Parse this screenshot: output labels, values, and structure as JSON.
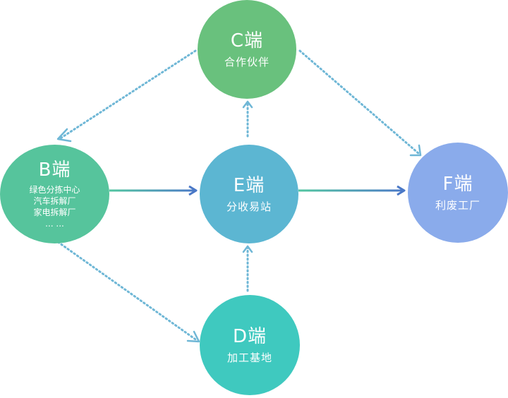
{
  "nodes": {
    "c": {
      "title": "C端",
      "subtitle": "合作伙伴",
      "color": "#69c17d"
    },
    "b": {
      "title": "B端",
      "lines": [
        "绿色分拣中心",
        "汽车拆解厂",
        "家电拆解厂",
        "... ..."
      ],
      "color": "#56c49c"
    },
    "e": {
      "title": "E端",
      "subtitle": "分收易站",
      "color": "#5cb6d2"
    },
    "f": {
      "title": "F端",
      "subtitle": "利废工厂",
      "color": "#8aabeb"
    },
    "d": {
      "title": "D端",
      "subtitle": "加工基地",
      "color": "#3fc9bf"
    }
  },
  "edges": [
    {
      "from": "C端",
      "to": "B端",
      "style": "dotted"
    },
    {
      "from": "C端",
      "to": "F端",
      "style": "dotted"
    },
    {
      "from": "E端",
      "to": "C端",
      "style": "dotted"
    },
    {
      "from": "D端",
      "to": "E端",
      "style": "dotted"
    },
    {
      "from": "B端",
      "to": "D端",
      "style": "dotted"
    },
    {
      "from": "B端",
      "to": "E端",
      "style": "solid-gradient"
    },
    {
      "from": "E端",
      "to": "F端",
      "style": "solid-gradient"
    }
  ],
  "colors": {
    "dotted_arrow": "#6fb7d6",
    "solid_start": "#52c6a0",
    "solid_end": "#4a78c7"
  }
}
